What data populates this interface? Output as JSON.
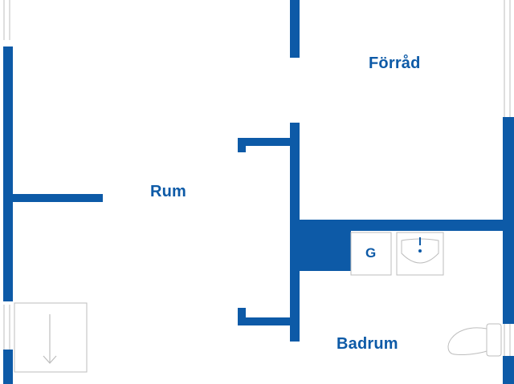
{
  "floorplan": {
    "rooms": {
      "rum": "Rum",
      "forrad": "Förråd",
      "badrum": "Badrum"
    },
    "appliances": {
      "washer": "G"
    },
    "colors": {
      "wall": "#0d5aa7",
      "fixture_stroke": "#bdbdbd",
      "background": "#ffffff"
    },
    "icons": [
      "door-arrow-icon",
      "sink-icon",
      "toilet-icon",
      "washing-machine-icon"
    ]
  }
}
